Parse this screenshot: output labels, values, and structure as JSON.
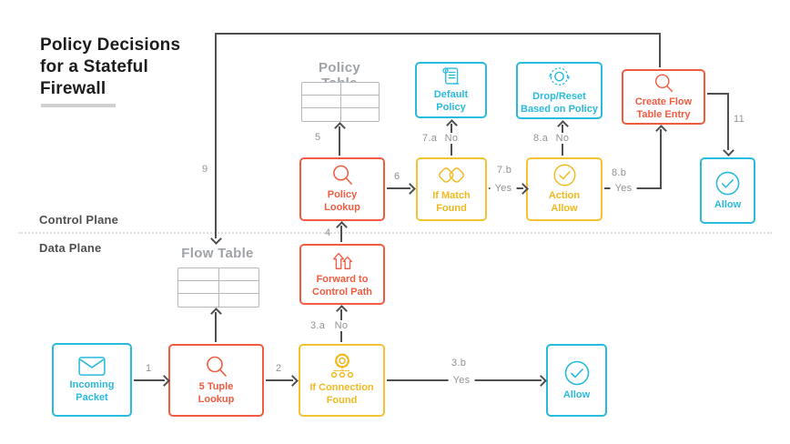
{
  "title": "Policy Decisions\nfor a Stateful\nFirewall",
  "planes": {
    "control": "Control Plane",
    "data": "Data Plane"
  },
  "tables": {
    "policy": "Policy Table",
    "flow": "Flow Table"
  },
  "nodes": {
    "incoming_packet": {
      "label": "Incoming\nPacket",
      "icon": "envelope-icon",
      "color": "#29badd"
    },
    "five_tuple_lookup": {
      "label": "5 Tuple\nLookup",
      "icon": "magnifier-icon",
      "color": "#f15b40"
    },
    "if_connection_found": {
      "label": "If Connection\nFound",
      "icon": "gear-network-icon",
      "color": "#f5c233"
    },
    "allow_bottom": {
      "label": "Allow",
      "icon": "check-circle-icon",
      "color": "#29badd"
    },
    "forward_to_control_path": {
      "label": "Forward to\nControl Path",
      "icon": "up-arrows-icon",
      "color": "#f15b40"
    },
    "policy_lookup": {
      "label": "Policy\nLookup",
      "icon": "magnifier-icon",
      "color": "#f15b40"
    },
    "if_match_found": {
      "label": "If Match\nFound",
      "icon": "diamonds-icon",
      "color": "#f5c233"
    },
    "action_allow": {
      "label": "Action\nAllow",
      "icon": "check-circle-icon",
      "color": "#f5c233"
    },
    "default_policy": {
      "label": "Default\nPolicy",
      "icon": "scroll-icon",
      "color": "#29badd"
    },
    "drop_reset": {
      "label": "Drop/Reset\nBased on Policy",
      "icon": "reset-circle-icon",
      "color": "#29badd"
    },
    "create_flow_table_entry": {
      "label": "Create Flow\nTable Entry",
      "icon": "magnifier-icon",
      "color": "#f15b40"
    },
    "allow_top": {
      "label": "Allow",
      "icon": "check-circle-icon",
      "color": "#29badd"
    }
  },
  "arrows": {
    "a1": {
      "num": "1"
    },
    "a2": {
      "num": "2"
    },
    "a3a": {
      "num": "3.a",
      "answer": "No"
    },
    "a3b": {
      "num": "3.b",
      "answer": "Yes"
    },
    "a4": {
      "num": "4"
    },
    "a5": {
      "num": "5"
    },
    "a6": {
      "num": "6"
    },
    "a7a": {
      "num": "7.a",
      "answer": "No"
    },
    "a7b": {
      "num": "7.b",
      "answer": "Yes"
    },
    "a8a": {
      "num": "8.a",
      "answer": "No"
    },
    "a8b": {
      "num": "8.b",
      "answer": "Yes"
    },
    "a9": {
      "num": "9"
    },
    "a11": {
      "num": "11"
    }
  },
  "colors": {
    "cyan": "#29badd",
    "red": "#f15b40",
    "yellow": "#f5c233",
    "arrow": "#4f4f4f",
    "gray_label": "#8f9296",
    "table_gray": "#9ea3a8"
  }
}
